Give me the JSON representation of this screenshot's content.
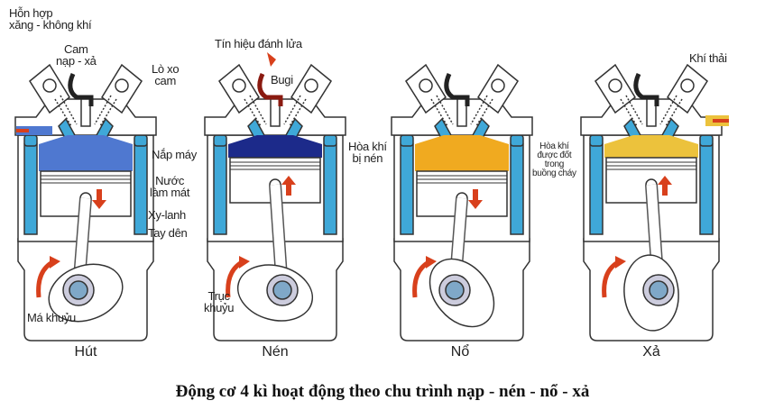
{
  "labels": {
    "mixture": "Hỗn hợp",
    "mixture2": "xăng - không khí",
    "cam": "Cam",
    "cam2": "nạp - xả",
    "spring": "Lò xo",
    "spring2": "cam",
    "head": "Nắp máy",
    "water": "Nước",
    "water2": "làm mát",
    "cylinder": "Xy-lanh",
    "rod": "Tay dên",
    "crank_web": "Má khuỷu",
    "signal": "Tín hiệu đánh lửa",
    "spark": "Bugi",
    "compressed": "Hòa khí",
    "compressed2": "bị nén",
    "crankshaft": "Trục",
    "crankshaft2": "khuỷu",
    "burn1": "Hòa khí",
    "burn2": "được đốt",
    "burn3": "trong",
    "burn4": "buồng cháy",
    "exhaust": "Khí thải"
  },
  "strokes": [
    {
      "name": "Hút",
      "chamber": "#4f78d0",
      "piston_dir": "down"
    },
    {
      "name": "Nén",
      "chamber": "#1c2a8a",
      "piston_dir": "up"
    },
    {
      "name": "Nổ",
      "chamber": "#f0aa20",
      "piston_dir": "down"
    },
    {
      "name": "Xả",
      "chamber": "#ecc23c",
      "piston_dir": "up"
    }
  ],
  "colors": {
    "coolant": "#3fa8d8",
    "arrow": "#d8401c",
    "outline": "#333333"
  },
  "caption": "Động cơ 4 kì hoạt động theo chu trình nạp - nén - nổ - xả"
}
